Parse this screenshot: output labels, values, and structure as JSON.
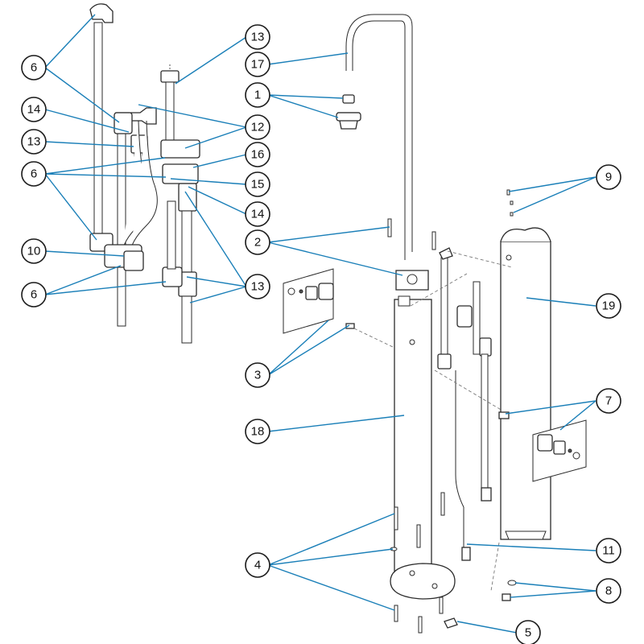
{
  "callouts": [
    {
      "id": "c6a",
      "label": "6"
    },
    {
      "id": "c14a",
      "label": "14"
    },
    {
      "id": "c13a",
      "label": "13"
    },
    {
      "id": "c6b",
      "label": "6"
    },
    {
      "id": "c10",
      "label": "10"
    },
    {
      "id": "c6c",
      "label": "6"
    },
    {
      "id": "c13b",
      "label": "13"
    },
    {
      "id": "c17",
      "label": "17"
    },
    {
      "id": "c1",
      "label": "1"
    },
    {
      "id": "c12",
      "label": "12"
    },
    {
      "id": "c16",
      "label": "16"
    },
    {
      "id": "c15",
      "label": "15"
    },
    {
      "id": "c14b",
      "label": "14"
    },
    {
      "id": "c2",
      "label": "2"
    },
    {
      "id": "c13c",
      "label": "13"
    },
    {
      "id": "c3",
      "label": "3"
    },
    {
      "id": "c18",
      "label": "18"
    },
    {
      "id": "c4",
      "label": "4"
    },
    {
      "id": "c5",
      "label": "5"
    },
    {
      "id": "c9",
      "label": "9"
    },
    {
      "id": "c19",
      "label": "19"
    },
    {
      "id": "c7",
      "label": "7"
    },
    {
      "id": "c11",
      "label": "11"
    },
    {
      "id": "c8",
      "label": "8"
    }
  ]
}
